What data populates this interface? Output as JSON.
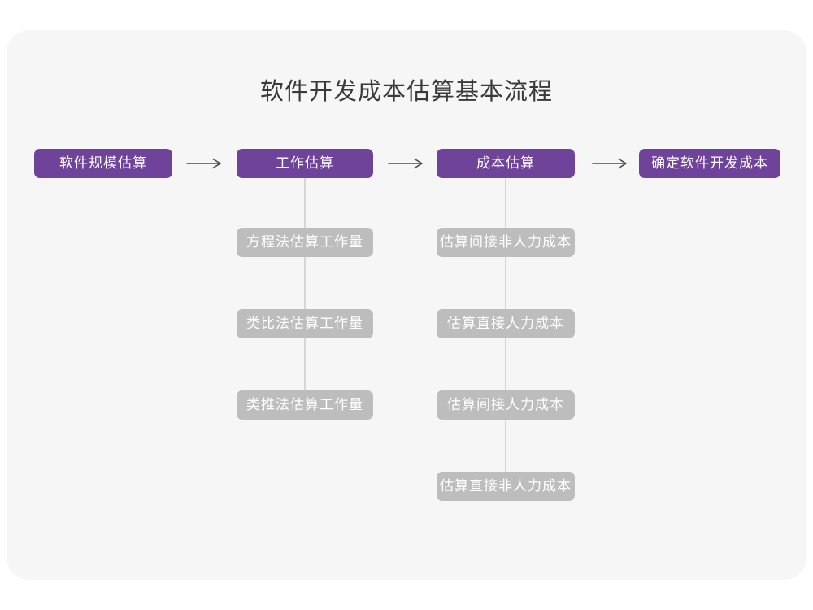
{
  "title": "软件开发成本估算基本流程",
  "colors": {
    "primary_purple": "#6E4399",
    "sub_gray": "#BDBDBD",
    "canvas_bg": "#F6F6F6",
    "page_bg": "#FFFFFF",
    "connector_line": "#D6D6D6",
    "arrow": "#4A4A4A",
    "title_text": "#3A3A3A",
    "box_text": "#FFFFFF"
  },
  "main_flow": {
    "nodes": [
      {
        "label": "软件规模估算"
      },
      {
        "label": "工作估算"
      },
      {
        "label": "成本估算"
      },
      {
        "label": "确定软件开发成本"
      }
    ]
  },
  "sub_flow_work": {
    "parent": "工作估算",
    "nodes": [
      {
        "label": "方程法估算工作量"
      },
      {
        "label": "类比法估算工作量"
      },
      {
        "label": "类推法估算工作量"
      }
    ]
  },
  "sub_flow_cost": {
    "parent": "成本估算",
    "nodes": [
      {
        "label": "估算间接非人力成本"
      },
      {
        "label": "估算直接人力成本"
      },
      {
        "label": "估算间接人力成本"
      },
      {
        "label": "估算直接非人力成本"
      }
    ]
  }
}
